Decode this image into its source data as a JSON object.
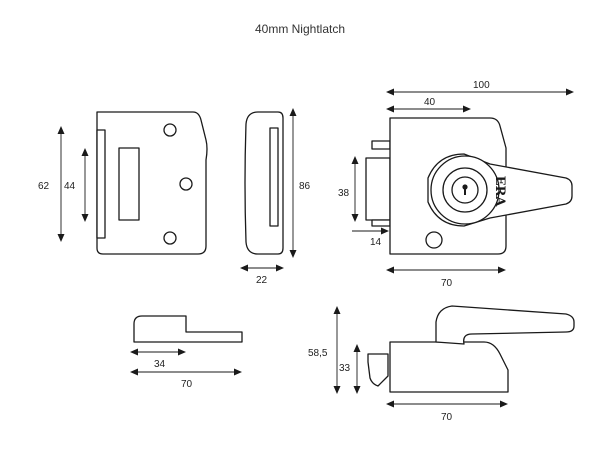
{
  "title": "40mm Nightlatch",
  "brand_mark": "ERA",
  "dimensions": {
    "keep_height": "62",
    "keep_inner_height": "44",
    "keep_side_height": "86",
    "keep_side_depth": "22",
    "lock_width": "100",
    "lock_backset": "40",
    "lock_bolt_height": "38",
    "lock_bolt_projection": "14",
    "lock_case_width": "70",
    "staple_depth": "34",
    "staple_length": "70",
    "side_total_height": "58,5",
    "side_case_height": "33",
    "side_case_length": "70"
  }
}
